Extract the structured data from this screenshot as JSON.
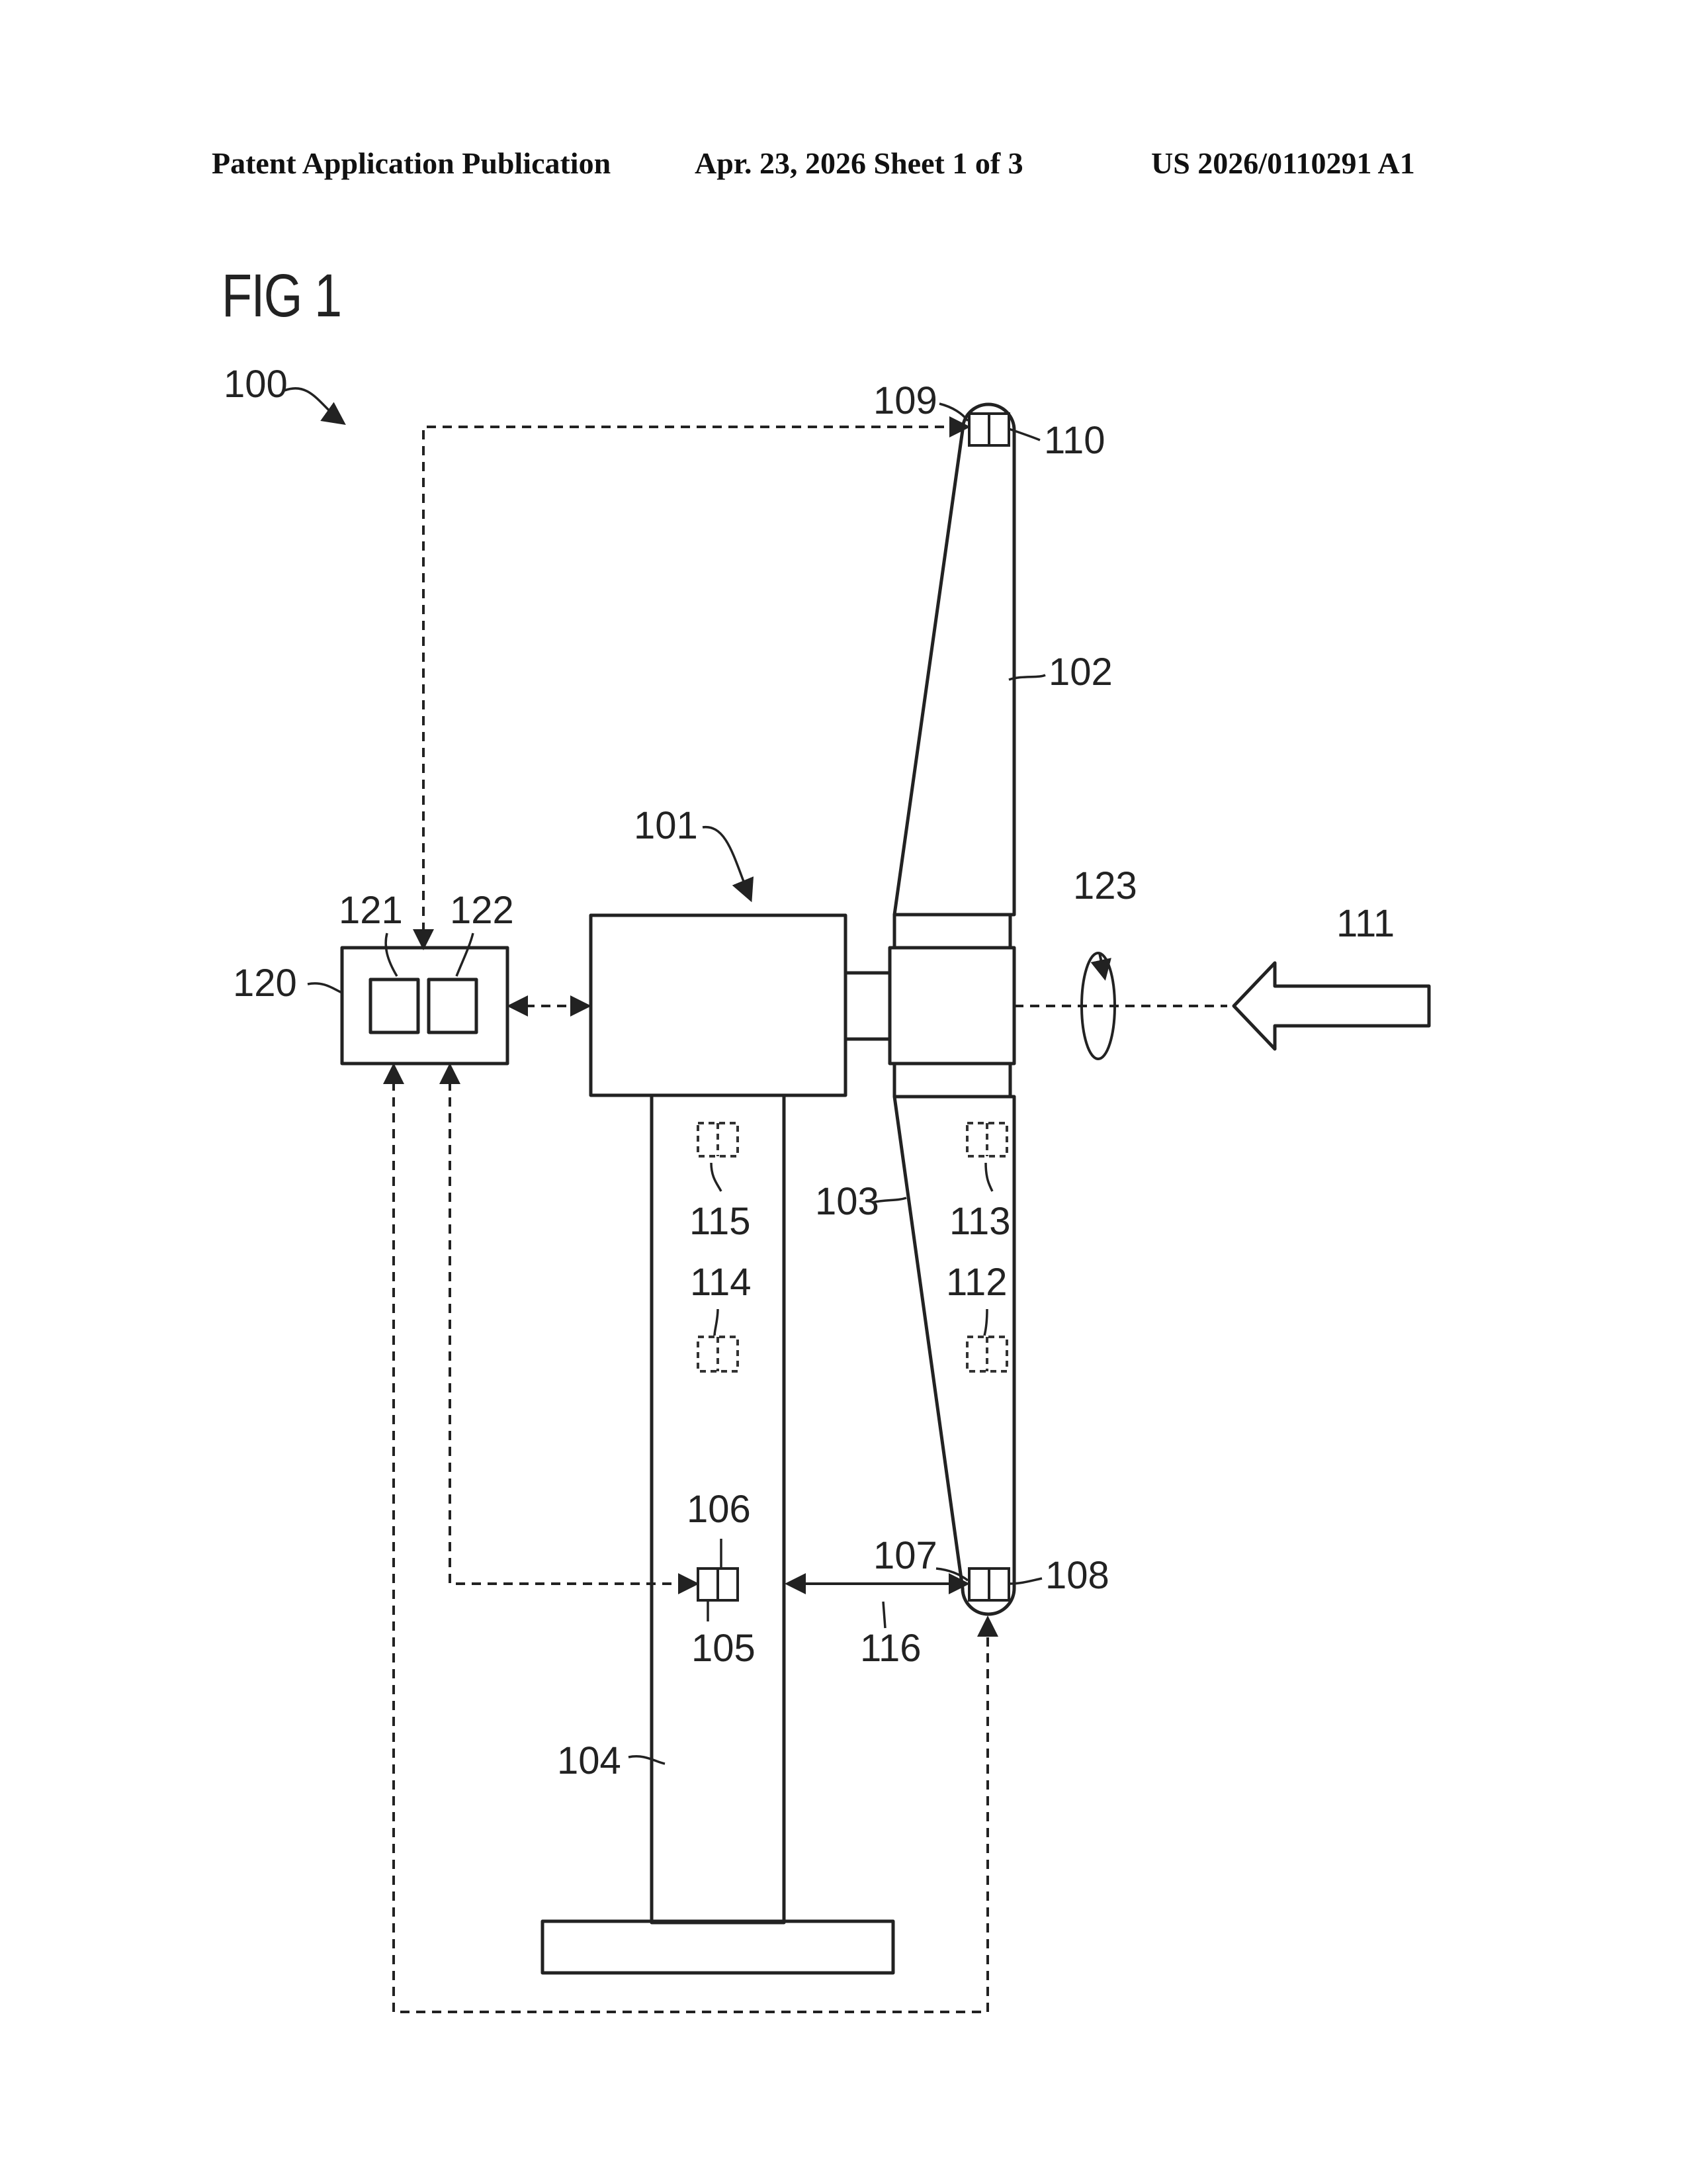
{
  "header": {
    "left": "Patent Application Publication",
    "center": "Apr. 23, 2026  Sheet 1 of 3",
    "right": "US 2026/0110291 A1"
  },
  "figure": {
    "title": "FIG 1",
    "refs": {
      "r100": "100",
      "r101": "101",
      "r102": "102",
      "r103": "103",
      "r104": "104",
      "r105": "105",
      "r106": "106",
      "r107": "107",
      "r108": "108",
      "r109": "109",
      "r110": "110",
      "r111": "111",
      "r112": "112",
      "r113": "113",
      "r114": "114",
      "r115": "115",
      "r116": "116",
      "r120": "120",
      "r121": "121",
      "r122": "122",
      "r123": "123"
    }
  }
}
